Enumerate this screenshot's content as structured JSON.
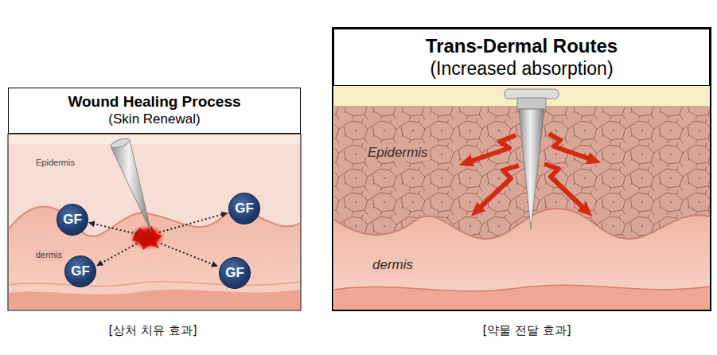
{
  "diagram": {
    "nodes": [
      {
        "text": [
          "Wound Healing Process",
          "(Skin Renewal)"
        ]
      },
      {
        "text": [
          "Trans-Dermal Routes",
          "(Increased absorption)"
        ]
      },
      {
        "text": [
          "GF"
        ]
      },
      {
        "text": [
          "GF"
        ]
      },
      {
        "text": [
          "GF"
        ]
      },
      {
        "text": [
          "GF"
        ]
      }
    ],
    "labels": [
      "Epidermis",
      "dermis",
      "Epidermis",
      "dermis",
      "[상처 치유 효과]",
      "[약물 전달 효과]"
    ]
  }
}
